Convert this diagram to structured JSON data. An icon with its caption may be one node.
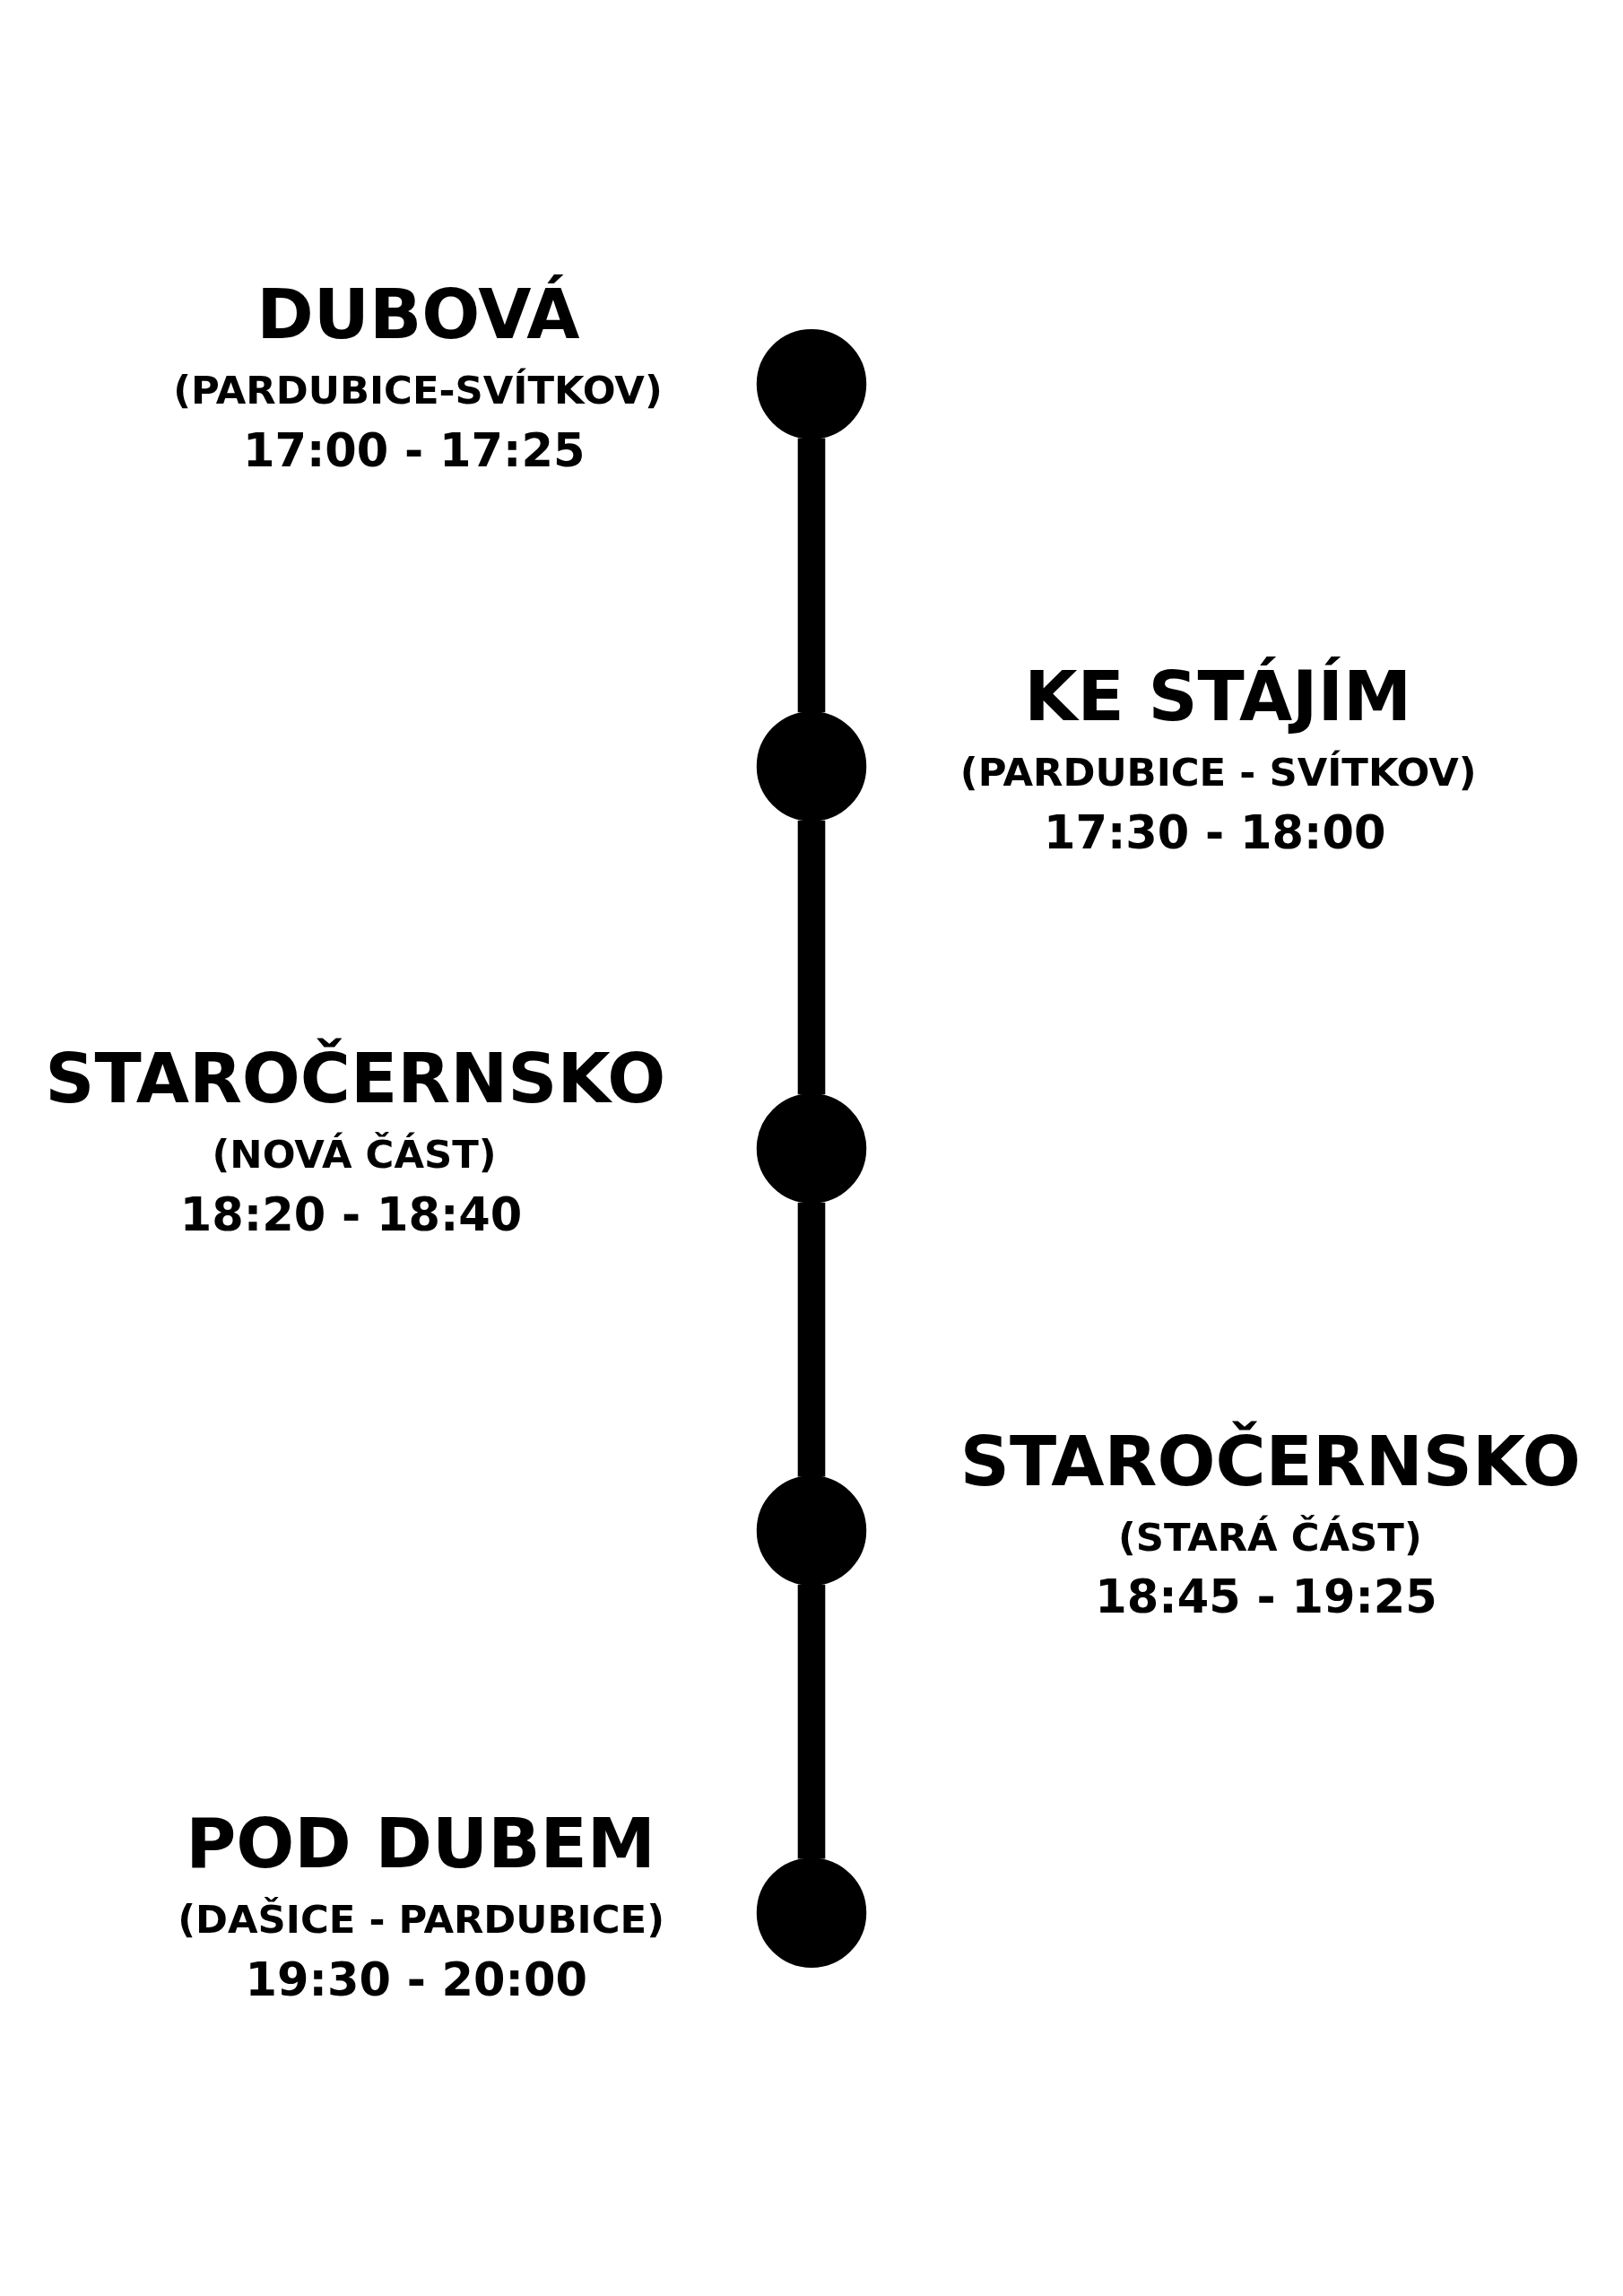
{
  "diagram": {
    "nodes": [
      {
        "text": [],
        "shape": "circle",
        "beside": [
          "DUBOVÁ",
          "(PARDUBICE-SVÍTKOV)",
          "17:00 - 17:25"
        ]
      },
      {
        "text": [],
        "shape": "circle",
        "beside": [
          "KE STÁJÍM",
          "(PARDUBICE - SVÍTKOV)",
          "17:30 - 18:00"
        ]
      },
      {
        "text": [],
        "shape": "circle",
        "beside": [
          "STAROČERNSKO",
          "(NOVÁ ČÁST)",
          "18:20 - 18:40"
        ]
      },
      {
        "text": [],
        "shape": "circle",
        "beside": [
          "STAROČERNSKO",
          "(STARÁ ČÁST)",
          "18:45 - 19:25"
        ]
      },
      {
        "text": [],
        "shape": "circle",
        "beside": [
          "POD DUBEM",
          "(DAŠICE - PARDUBICE)",
          "19:30 - 20:00"
        ]
      }
    ],
    "edges": [
      {
        "from": 0,
        "to": 1,
        "arrow": "none"
      },
      {
        "from": 1,
        "to": 2,
        "arrow": "none"
      },
      {
        "from": 2,
        "to": 3,
        "arrow": "none"
      },
      {
        "from": 3,
        "to": 4,
        "arrow": "none"
      }
    ]
  }
}
